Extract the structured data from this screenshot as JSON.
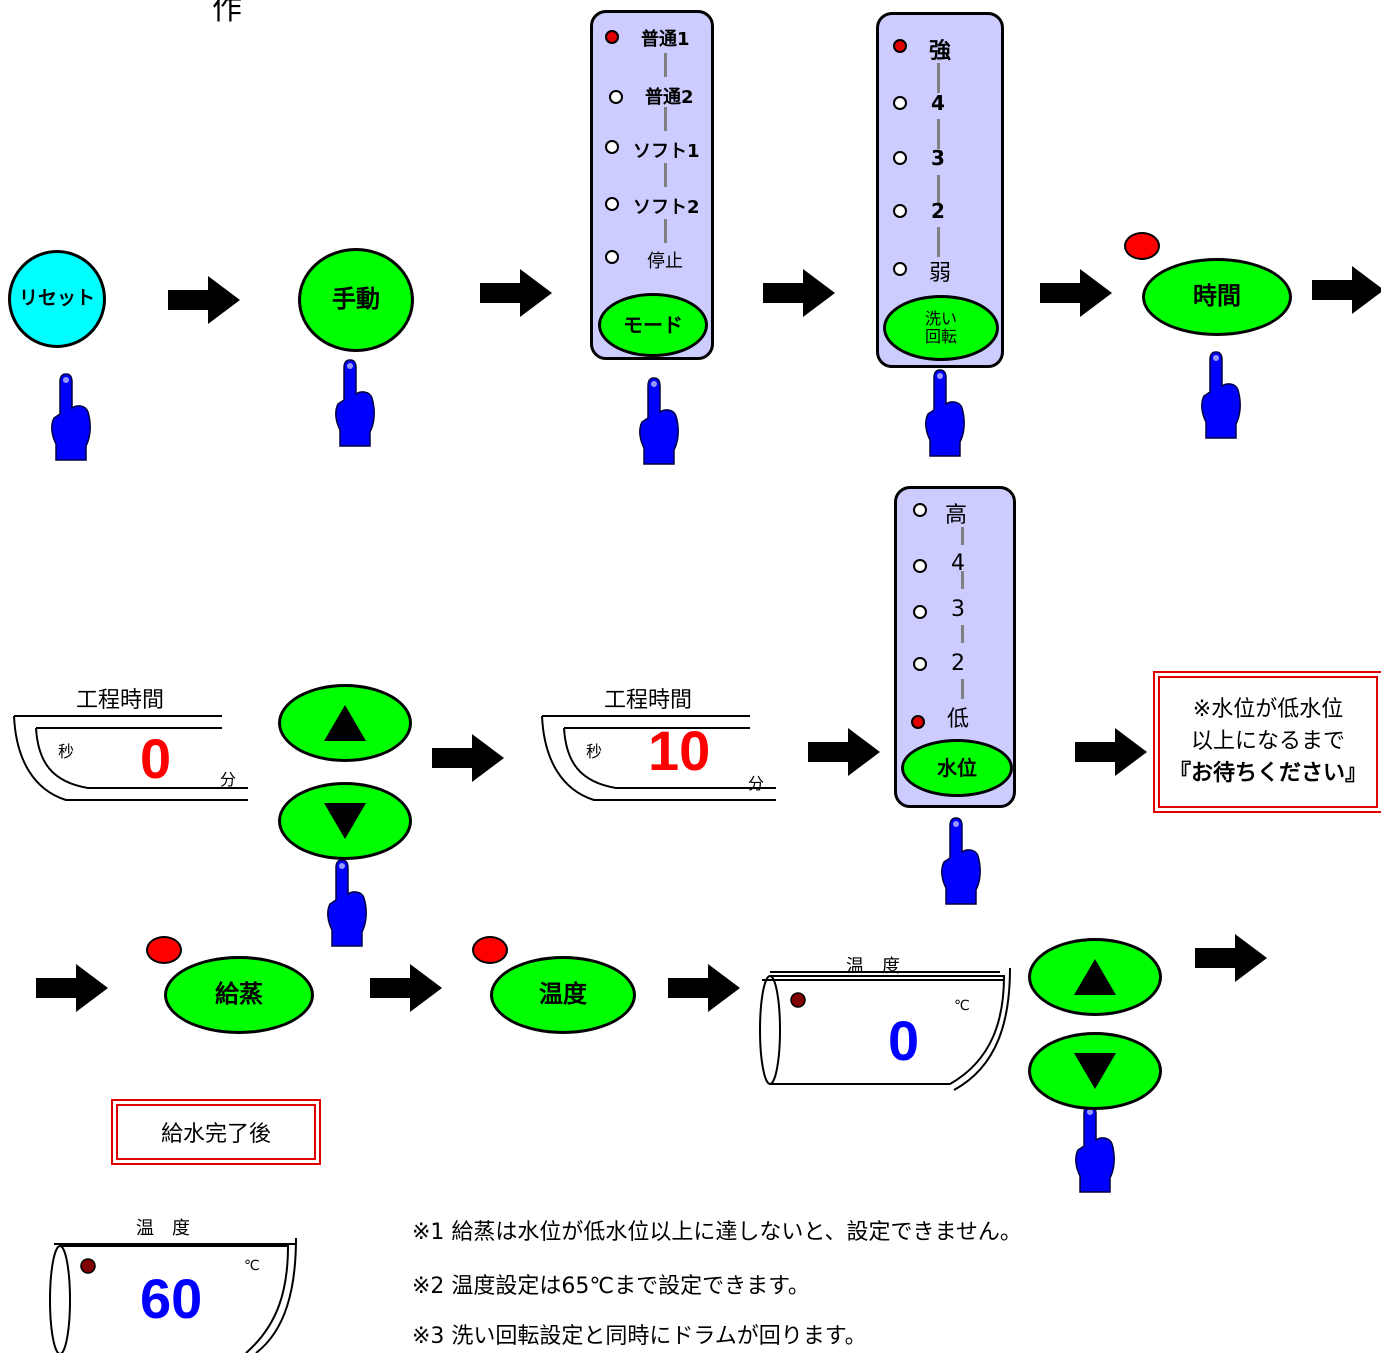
{
  "header": {
    "title_fragment": "作"
  },
  "buttons": {
    "reset": "リセット",
    "manual": "手動",
    "mode": "モード",
    "wash_rotation_1": "洗い",
    "wash_rotation_2": "回転",
    "time": "時間",
    "water_level": "水位",
    "steam": "給蒸",
    "temperature": "温度"
  },
  "mode_panel": {
    "options": [
      {
        "label": "普通1",
        "active": true
      },
      {
        "label": "普通2",
        "active": false
      },
      {
        "label": "ソフト1",
        "active": false
      },
      {
        "label": "ソフト2",
        "active": false
      },
      {
        "label": "停止",
        "active": false
      }
    ]
  },
  "rotation_panel": {
    "options": [
      {
        "label": "強",
        "active": true
      },
      {
        "label": "4",
        "active": false
      },
      {
        "label": "3",
        "active": false
      },
      {
        "label": "2",
        "active": false
      },
      {
        "label": "弱",
        "active": false
      }
    ]
  },
  "water_panel": {
    "options": [
      {
        "label": "高",
        "active": false
      },
      {
        "label": "4",
        "active": false
      },
      {
        "label": "3",
        "active": false
      },
      {
        "label": "2",
        "active": false
      },
      {
        "label": "低",
        "active": true
      }
    ]
  },
  "process_time_1": {
    "title": "工程時間",
    "sec_label": "秒",
    "value": "0",
    "min_label": "分"
  },
  "process_time_2": {
    "title": "工程時間",
    "sec_label": "秒",
    "value": "10",
    "min_label": "分"
  },
  "temp_display_1": {
    "title": "温　度",
    "unit": "℃",
    "value": "0"
  },
  "temp_display_2": {
    "title": "温　度",
    "unit": "℃",
    "value": "60"
  },
  "wait_note": {
    "line1": "※水位が低水位",
    "line2": "以上になるまで",
    "line3": "『お待ちください』"
  },
  "after_water_note": "給水完了後",
  "footnotes": [
    "※1 給蒸は水位が低水位以上に達しないと、設定できません。",
    "※2 温度設定は65℃まで設定できます。",
    "※3 洗い回転設定と同時にドラムが回ります。"
  ],
  "colors": {
    "button_green": "#00ff00",
    "reset_cyan": "#00ffff",
    "panel": "#ccccff",
    "lamp_red": "#ff0000",
    "hand_blue": "#0000ff"
  }
}
